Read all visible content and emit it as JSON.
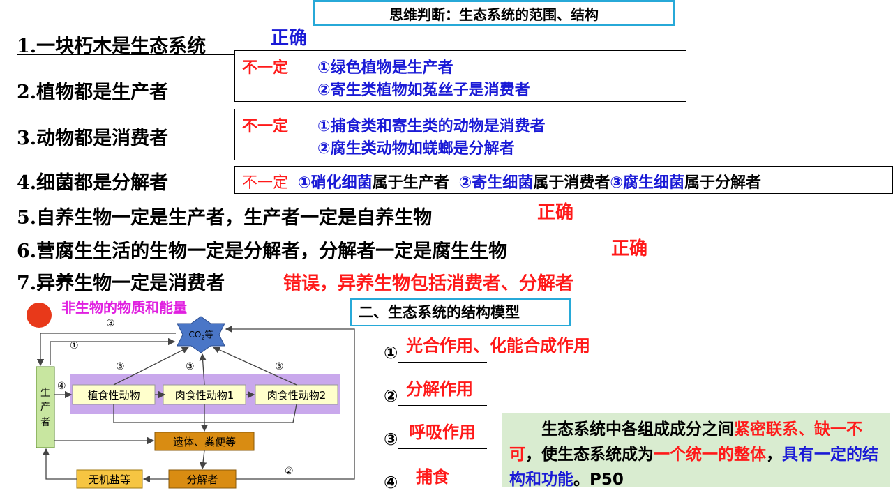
{
  "title": "思维判断：生态系统的范围、结构",
  "questions": [
    {
      "text": "1.一块朽木是生态系统",
      "answer": "正确"
    },
    {
      "text": "2.植物都是生产者"
    },
    {
      "text": "3.动物都是消费者"
    },
    {
      "text": "4.细菌都是分解者"
    },
    {
      "text": "5.自养生物一定是生产者，生产者一定是自养生物",
      "answer": "正确"
    },
    {
      "text": "6.营腐生生活的生物一定是分解者，分解者一定是腐生生物",
      "answer": "正确"
    },
    {
      "text": "7.异养生物一定是消费者",
      "answer": "错误，异养生物包括消费者、分解者"
    }
  ],
  "box2": {
    "tag": "不一定",
    "line1": "①绿色植物是生产者",
    "line2": "②寄生类植物如菟丝子是消费者"
  },
  "box3": {
    "tag": "不一定",
    "line1": "①捕食类和寄生类的动物是消费者",
    "line2": "②腐生类动物如蜣螂是分解者"
  },
  "box4": {
    "tag": "不一定",
    "p1": "①硝化细菌",
    "p2": "属于生产者",
    "p3": "②寄生细菌",
    "p4": "属于消费者",
    "p5": "③腐生细菌",
    "p6": "属于分解者"
  },
  "diagram": {
    "title": "非生物的物质和能量",
    "co2": "CO",
    "co2_sub": "2",
    "co2_suffix": "等",
    "producer": [
      "生",
      "产",
      "者"
    ],
    "herbivore": "植食性动物",
    "carnivore1": "肉食性动物1",
    "carnivore2": "肉食性动物2",
    "remains": "遗体、粪便等",
    "salts": "无机盐等",
    "decomposer": "分解者",
    "labels": {
      "n1": "①",
      "n2": "②",
      "n3": "③",
      "n4": "④"
    }
  },
  "section": "二、生态系统的结构模型",
  "blanks": [
    {
      "num": "①",
      "fill": "光合作用、化能合成作用"
    },
    {
      "num": "②",
      "fill": "分解作用"
    },
    {
      "num": "③",
      "fill": "呼吸作用"
    },
    {
      "num": "④",
      "fill": "捕食"
    }
  ],
  "summary": {
    "a": "生态系统中各组成成分之间",
    "b": "紧密联系、缺一不可",
    "c": "，使生态系统成为",
    "d": "一个统一的整体",
    "e": "，",
    "f": "具有一定的结构和功能",
    "g": "。P50"
  },
  "colors": {
    "red": "#ff1a1a",
    "blue": "#1a1ad6",
    "title_border": "#27a9d8",
    "summary_bg": "#d9ecd0",
    "co2_fill": "#4a76c7",
    "animal_band": "#c9a8ec",
    "producer_fill": "#c8e6a0",
    "decomposer_fill": "#d98c12",
    "salt_fill": "#f6c542",
    "sun": "#e8391a",
    "diagram_title": "#e020e0"
  }
}
